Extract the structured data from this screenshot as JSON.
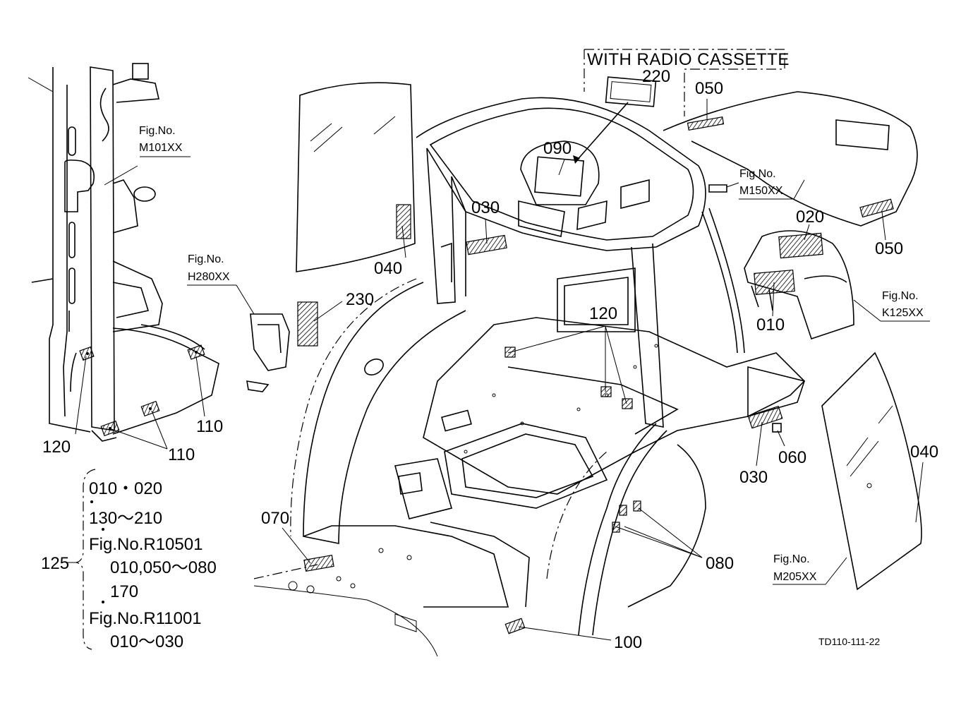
{
  "header_box": {
    "text": "WITH RADIO CASSETTE"
  },
  "fig_refs": {
    "m101": {
      "label": "Fig.No.",
      "code": "M101XX"
    },
    "h280": {
      "label": "Fig.No.",
      "code": "H280XX"
    },
    "m150": {
      "label": "Fig.No.",
      "code": "M150XX"
    },
    "k125": {
      "label": "Fig.No.",
      "code": "K125XX"
    },
    "m205": {
      "label": "Fig.No.",
      "code": "M205XX"
    }
  },
  "callouts": {
    "c220": "220",
    "c050a": "050",
    "c090": "090",
    "c030a": "030",
    "c040a": "040",
    "c230": "230",
    "c020": "020",
    "c050b": "050",
    "c010": "010",
    "c120a": "120",
    "c120b": "120",
    "c110a": "110",
    "c110b": "110",
    "c030b": "030",
    "c060": "060",
    "c040b": "040",
    "c070": "070",
    "c080": "080",
    "c100": "100"
  },
  "legend": {
    "ref": "125",
    "lines": [
      "010・020",
      "130～210",
      "Fig.No.R10501",
      "010,050～080",
      "170",
      "Fig.No.R11001",
      "010～030"
    ]
  },
  "footer_code": "TD110-111-22"
}
